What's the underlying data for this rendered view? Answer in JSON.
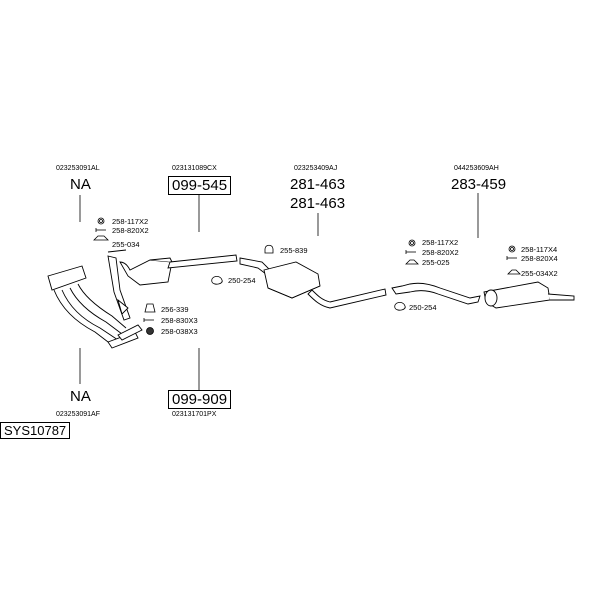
{
  "diagram_id": "SYS10787",
  "groups": [
    {
      "oem_top": "023253091AL",
      "part_top": "NA",
      "oem_bottom": "023253091AF",
      "part_bottom": "NA",
      "fittings": [
        "258-117X2",
        "258-820X2",
        "255-034"
      ]
    },
    {
      "oem_top": "023131089CX",
      "part_top": "099-545",
      "oem_bottom": "023131701PX",
      "part_bottom": "099-909",
      "fittings": [
        "256-339",
        "258-830X3",
        "258-038X3"
      ]
    },
    {
      "oem_top": "023253409AJ",
      "part_top": "281-463",
      "part_top_2": "281-463",
      "fittings": [
        "255-839",
        "250-254"
      ]
    },
    {
      "oem_top": "044253609AH",
      "part_top": "283-459",
      "fittings_left": [
        "258-117X2",
        "258-820X2",
        "255-025",
        "250-254"
      ],
      "fittings_right": [
        "258-117X4",
        "258-820X4",
        "255-034X2"
      ]
    }
  ],
  "clamp_250_254_a": "250-254"
}
